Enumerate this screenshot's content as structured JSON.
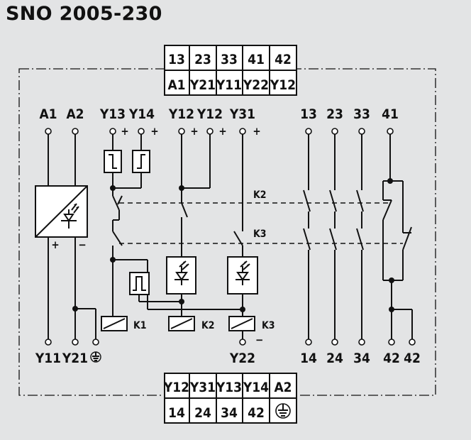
{
  "title": "SNO 2005-230",
  "top_table": {
    "row1": [
      "13",
      "23",
      "33",
      "41",
      "42"
    ],
    "row2": [
      "A1",
      "Y21",
      "Y11",
      "Y22",
      "Y12"
    ]
  },
  "bottom_table": {
    "row1": [
      "Y12",
      "Y31",
      "Y13",
      "Y14",
      "A2"
    ],
    "row2": [
      "14",
      "24",
      "34",
      "42",
      "ground-symbol"
    ]
  },
  "terminals_top": [
    "A1",
    "A2",
    "Y13",
    "Y14",
    "Y12",
    "Y12",
    "Y31",
    "13",
    "23",
    "33",
    "41"
  ],
  "terminals_bottom": [
    "Y11",
    "Y21",
    "Y22",
    "14",
    "24",
    "34",
    "42",
    "42"
  ],
  "relays": [
    "K1",
    "K2",
    "K3"
  ],
  "contact_labels": [
    "K2",
    "K3"
  ],
  "plus_sign": "+",
  "minus_sign": "−"
}
